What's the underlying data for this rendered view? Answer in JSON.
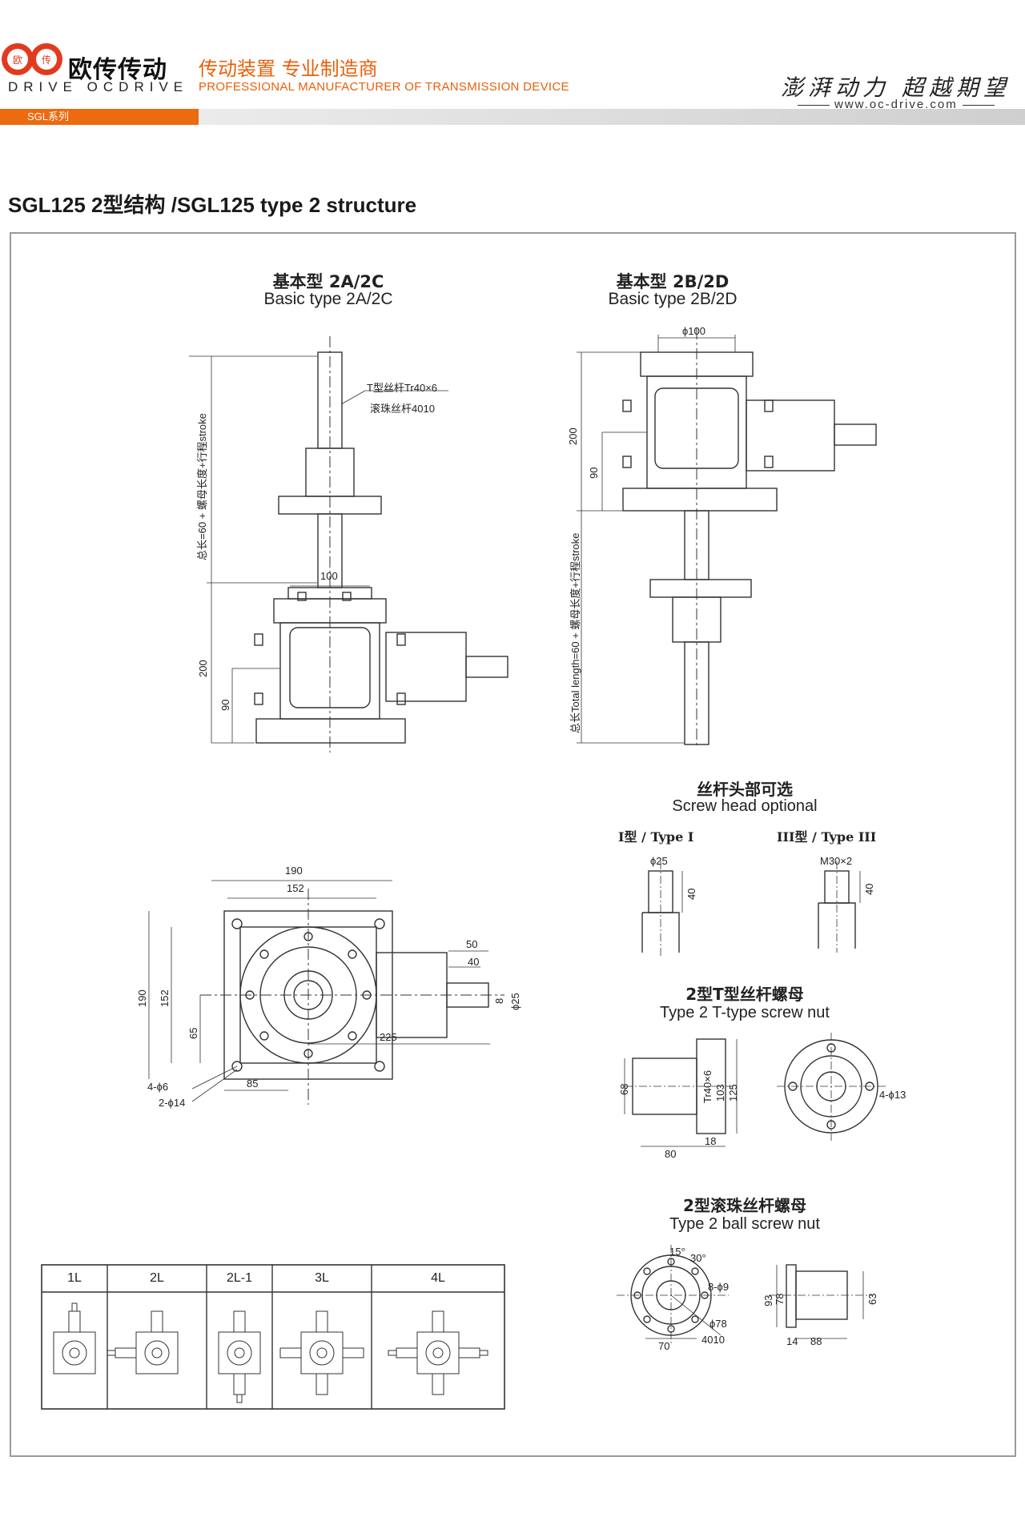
{
  "header": {
    "logo_cn": "欧传传动",
    "logo_en": "DRIVE OCDRIVE",
    "logo_badge_1": "欧",
    "logo_badge_2": "传",
    "tagline_cn": "传动装置 专业制造商",
    "tagline_en": "PROFESSIONAL MANUFACTURER OF TRANSMISSION DEVICE",
    "slogan": "澎湃动力 超越期望",
    "website": "www.oc-drive.com",
    "series_tab": "SGL系列"
  },
  "page_title": "SGL125 2型结构 /SGL125 type 2 structure",
  "views": {
    "type_2a2c": {
      "cn": "基本型 2A/2C",
      "en": "Basic type 2A/2C",
      "callout_1": "T型丝杆Tr40×6",
      "callout_2": "滚珠丝杆4010",
      "dim_total": "总长=60 + 螺母长度+行程stroke",
      "dim_100": "100",
      "dim_200": "200",
      "dim_90": "90"
    },
    "type_2b2d": {
      "cn": "基本型 2B/2D",
      "en": "Basic type 2B/2D",
      "dim_phi100": "ϕ100",
      "dim_200": "200",
      "dim_90": "90",
      "dim_total": "总长Total length=60 + 螺母长度+行程stroke"
    },
    "top_view": {
      "d190a": "190",
      "d152a": "152",
      "d190b": "190",
      "d152b": "152",
      "d65": "65",
      "d50": "50",
      "d40": "40",
      "d8": "8",
      "d25": "ϕ25",
      "d225": "225",
      "d85": "85",
      "holes1": "4-ϕ6",
      "holes2": "2-ϕ14"
    },
    "screw_head": {
      "cn": "丝杆头部可选",
      "en": "Screw head optional",
      "type1": "I型 / Type I",
      "type3": "III型 / Type III",
      "t1_dia": "ϕ25",
      "t1_len": "40",
      "t3_dia": "M30×2",
      "t3_len": "40"
    },
    "t_nut": {
      "cn": "2型T型丝杆螺母",
      "en": "Type 2 T-type screw nut",
      "d68": "68",
      "d_tr": "Tr40×6",
      "d103": "103",
      "d125": "125",
      "d80": "80",
      "d18": "18",
      "holes": "4-ϕ13"
    },
    "ball_nut": {
      "cn": "2型滚珠丝杆螺母",
      "en": "Type 2 ball screw nut",
      "a15": "15°",
      "a30": "30°",
      "holes": "8-ϕ9",
      "d78": "ϕ78",
      "d4010": "4010",
      "d70": "70",
      "d93": "93",
      "d78b": "78",
      "d63": "63",
      "d14": "14",
      "d88": "88"
    }
  },
  "layout_table": {
    "columns": [
      "1L",
      "2L",
      "2L-1",
      "3L",
      "4L"
    ]
  }
}
